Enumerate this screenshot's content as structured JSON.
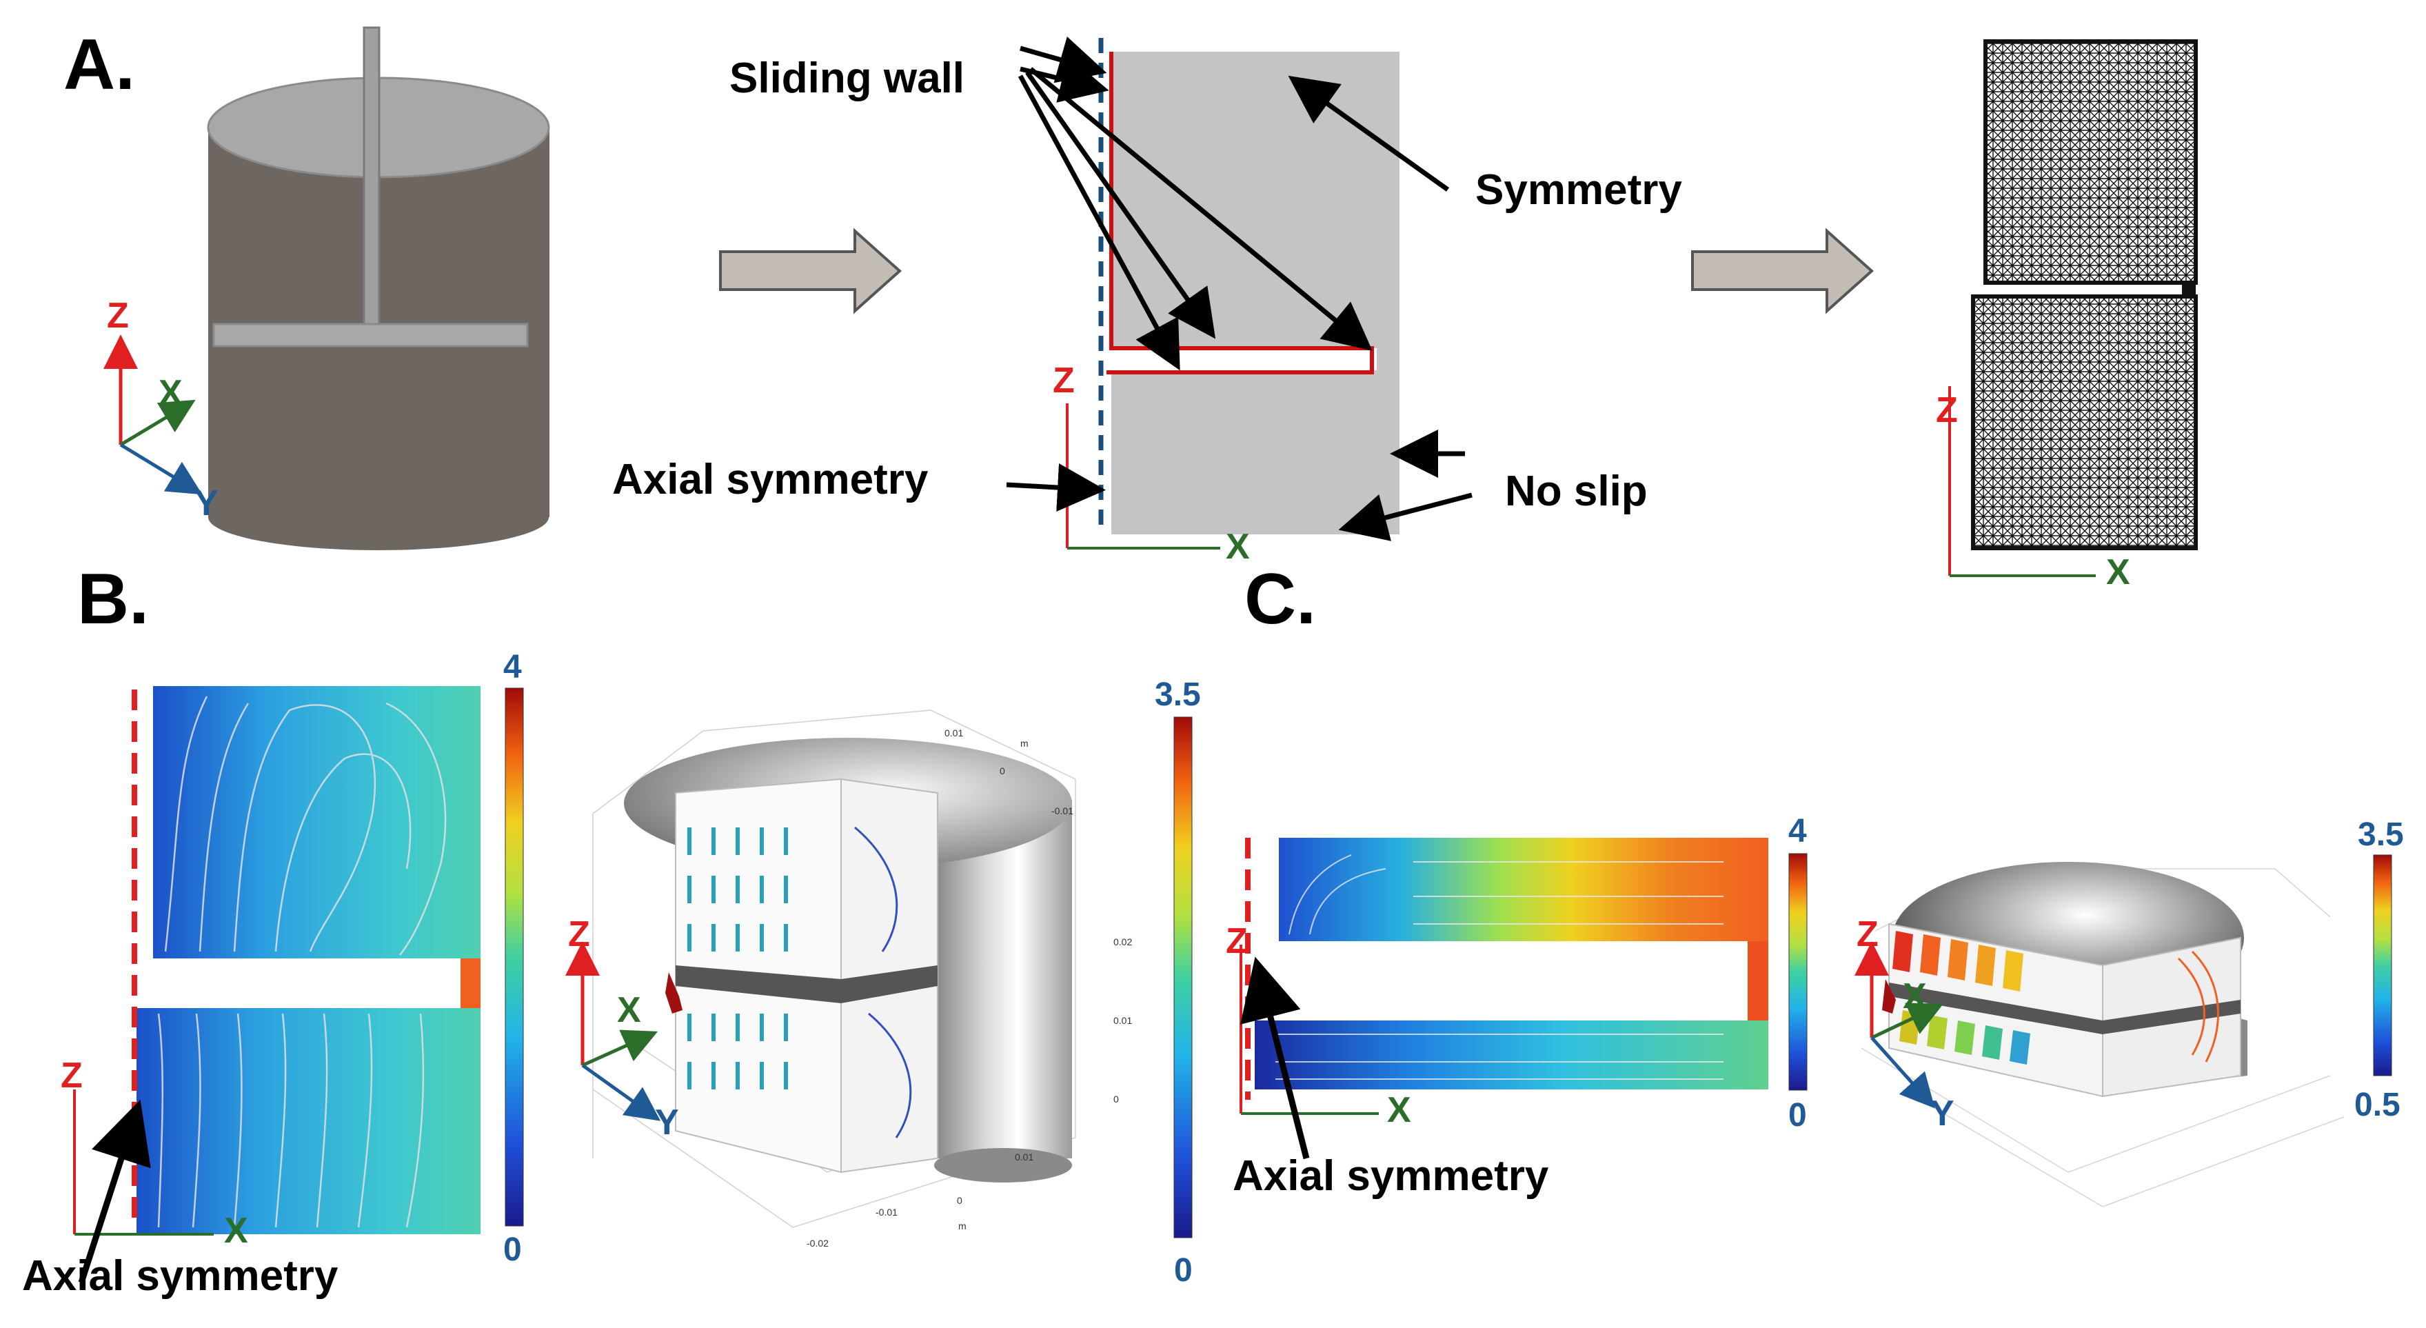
{
  "panels": {
    "a": "A.",
    "b": "B.",
    "c": "C."
  },
  "labels": {
    "sliding_wall": "Sliding wall",
    "symmetry": "Symmetry",
    "axial_symmetry": "Axial symmetry",
    "no_slip": "No slip"
  },
  "axes": {
    "x": "X",
    "y": "Y",
    "z": "Z"
  },
  "colorbars": [
    {
      "max": "4",
      "min": "0"
    },
    {
      "max": "3.5",
      "min": "0"
    },
    {
      "max": "4",
      "min": "0"
    },
    {
      "max": "3.5",
      "min": "0.5"
    }
  ],
  "plot_ticks": {
    "b3d": [
      "0.01",
      "0",
      "-0.01",
      "0.02",
      "0.01",
      "0",
      "0.01",
      "0",
      "-0.01",
      "-0.02",
      "m",
      "m"
    ]
  },
  "colors": {
    "z_axis": "#e02020",
    "x_axis": "#2a6e2a",
    "y_axis": "#1f5a96",
    "boundary_red": "#d01010",
    "symmetry_dash": "#1a4e7a"
  }
}
